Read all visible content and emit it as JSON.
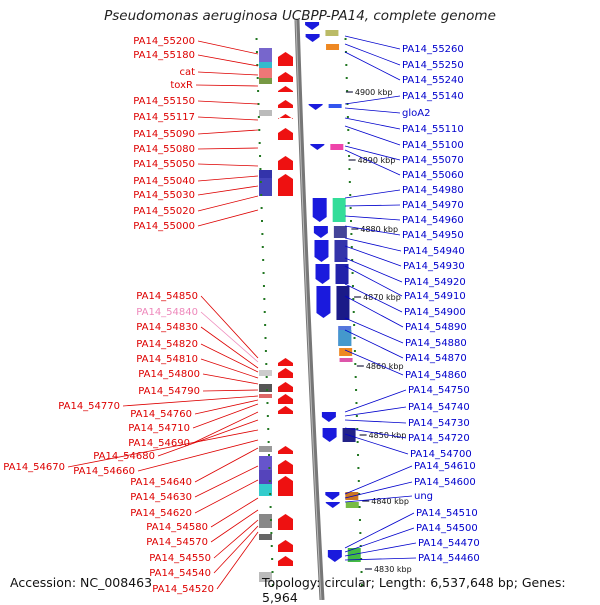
{
  "title": "Pseudomonas aeruginosa UCBPP-PA14, complete genome",
  "accession": "Accession: NC_008463",
  "topology": "Topology: circular; Length: 6,537,648 bp; Genes: 5,964",
  "colors": {
    "left_label": "#dd0000",
    "left_label_muted": "#ee88bb",
    "right_label": "#0000cc",
    "left_gene": "#ee1111",
    "right_gene": "#1a1add",
    "backbone": "#888888",
    "tick": "#227722"
  },
  "kbp_marks": [
    "4900 kbp",
    "4890 kbp",
    "4880 kbp",
    "4870 kbp",
    "4860 kbp",
    "4850 kbp",
    "4840 kbp",
    "4830 kbp"
  ],
  "left_labels": [
    "PA14_55200",
    "PA14_55180",
    "cat",
    "toxR",
    "PA14_55150",
    "PA14_55117",
    "PA14_55090",
    "PA14_55080",
    "PA14_55050",
    "PA14_55040",
    "PA14_55030",
    "PA14_55020",
    "PA14_55000",
    "PA14_54850",
    "PA14_54840",
    "PA14_54830",
    "PA14_54820",
    "PA14_54810",
    "PA14_54800",
    "PA14_54790",
    "PA14_54770",
    "PA14_54760",
    "PA14_54710",
    "PA14_54690",
    "PA14_54680",
    "PA14_54670",
    "PA14_54660",
    "PA14_54640",
    "PA14_54630",
    "PA14_54620",
    "PA14_54580",
    "PA14_54570",
    "PA14_54550",
    "PA14_54540",
    "PA14_54520"
  ],
  "right_labels": [
    "PA14_55260",
    "PA14_55250",
    "PA14_55240",
    "PA14_55140",
    "gloA2",
    "PA14_55110",
    "PA14_55100",
    "PA14_55070",
    "PA14_55060",
    "PA14_54980",
    "PA14_54970",
    "PA14_54960",
    "PA14_54950",
    "PA14_54940",
    "PA14_54930",
    "PA14_54920",
    "PA14_54910",
    "PA14_54900",
    "PA14_54890",
    "PA14_54880",
    "PA14_54870",
    "PA14_54860",
    "PA14_54750",
    "PA14_54740",
    "PA14_54730",
    "PA14_54720",
    "PA14_54700",
    "PA14_54610",
    "PA14_54600",
    "ung",
    "PA14_54510",
    "PA14_54500",
    "PA14_54470",
    "PA14_54460"
  ]
}
